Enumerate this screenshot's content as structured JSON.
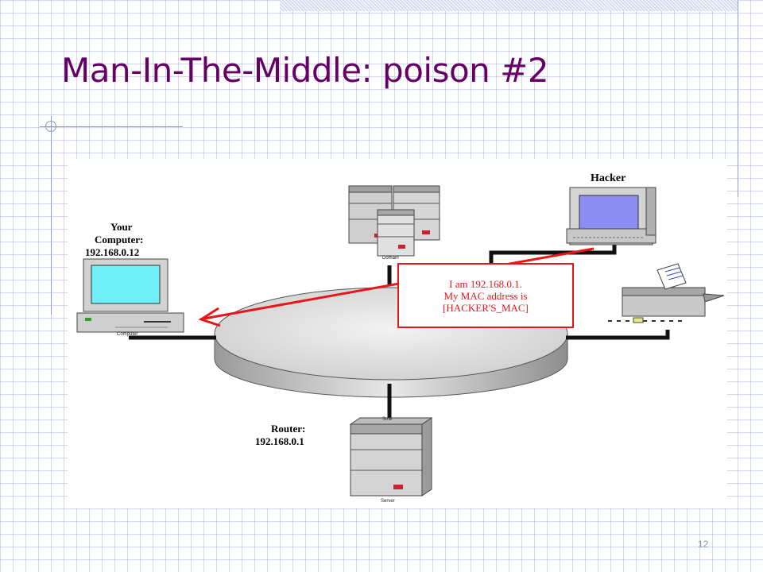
{
  "slide": {
    "title": "Man-In-The-Middle: poison #2",
    "page_number": "12"
  },
  "diagram": {
    "hacker_label": "Hacker",
    "your_computer": {
      "line1": "Your",
      "line2": "Computer:",
      "ip": "192.168.0.12",
      "caption": "Computer"
    },
    "router": {
      "line1": "Router:",
      "ip": "192.168.0.1",
      "caption": "Server",
      "port_caption": "Sme"
    },
    "servers_caption": "Domain",
    "callout": {
      "line1": "I am 192.168.0.1.",
      "line2": "My MAC address is",
      "line3": "[HACKER'S_MAC]"
    },
    "colors": {
      "title": "#660066",
      "callout_border": "#e8161a",
      "arrow": "#e8161a",
      "monitor_screen": "#6ff0f8",
      "hacker_screen": "#8a8ef0",
      "disk": "#dcdcdc"
    }
  }
}
